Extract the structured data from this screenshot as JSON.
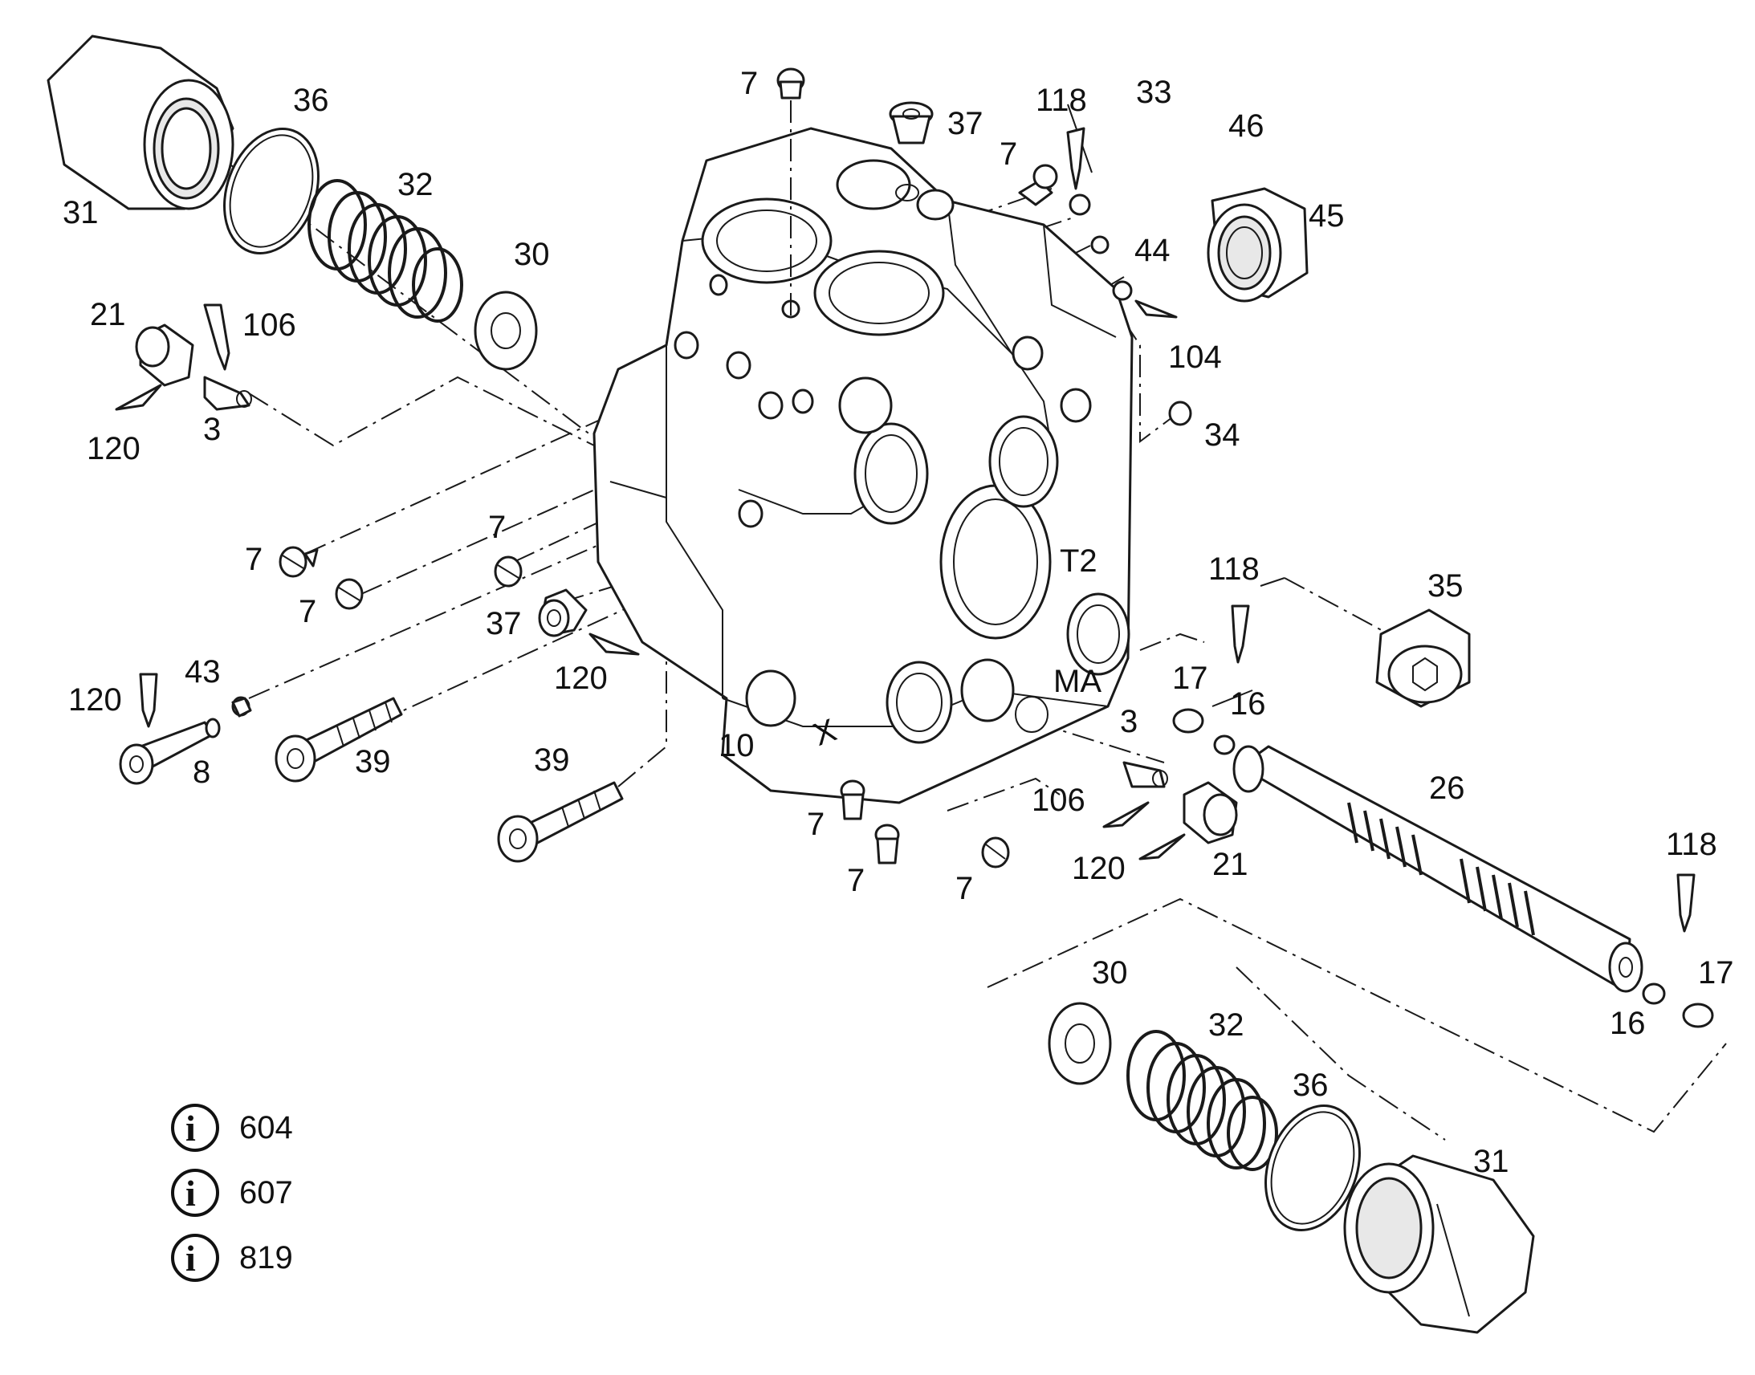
{
  "callouts": {
    "c1": "31",
    "c2": "36",
    "c3": "32",
    "c4": "30",
    "c5": "21",
    "c6": "106",
    "c7": "120",
    "c8": "3",
    "c9": "7",
    "c10": "37",
    "c11": "118",
    "c12": "33",
    "c13": "46",
    "c14": "45",
    "c15": "44",
    "c16": "104",
    "c17": "34",
    "c18": "7",
    "c19": "7",
    "c20": "7",
    "c21": "7",
    "c22": "37",
    "c23": "120",
    "c24": "118",
    "c25": "35",
    "c26": "17",
    "c27": "16",
    "c28": "120",
    "c29": "43",
    "c30": "8",
    "c31": "39",
    "c32": "39",
    "c33": "10",
    "c34": "3",
    "c35": "106",
    "c36": "26",
    "c37": "7",
    "c38": "7",
    "c39": "7",
    "c40": "120",
    "c41": "21",
    "c42": "118",
    "c43": "30",
    "c44": "32",
    "c45": "36",
    "c46": "16",
    "c47": "17",
    "c48": "31"
  },
  "port_marks": {
    "x": "X",
    "t2": "T2",
    "ma": "MA"
  },
  "info_refs": [
    {
      "icon": "info-icon",
      "glyph": "i",
      "number": "604"
    },
    {
      "icon": "info-icon",
      "glyph": "i",
      "number": "607"
    },
    {
      "icon": "info-icon",
      "glyph": "i",
      "number": "819"
    }
  ],
  "colors": {
    "line": "#1a1a1a",
    "background": "#ffffff"
  }
}
